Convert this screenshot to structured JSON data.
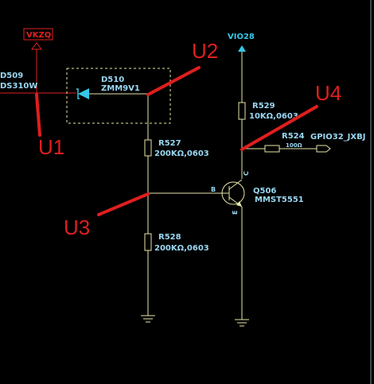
{
  "nets": {
    "vkzq": "VKZQ",
    "vio28": "VIO28",
    "gpio": "GPIO32_JXBJ"
  },
  "components": {
    "d509": {
      "ref": "D509",
      "value": "DS310W"
    },
    "d510": {
      "ref": "D510",
      "value": "ZMM9V1"
    },
    "r527": {
      "ref": "R527",
      "value": "200KΩ,0603"
    },
    "r528": {
      "ref": "R528",
      "value": "200KΩ,0603"
    },
    "r529": {
      "ref": "R529",
      "value": "10KΩ,0603"
    },
    "r524": {
      "ref": "R524",
      "value": "100Ω"
    },
    "q506": {
      "ref": "Q506",
      "value": "MMST5551",
      "pin_b": "B",
      "pin_c": "C",
      "pin_e": "E"
    }
  },
  "annotations": [
    "U1",
    "U2",
    "U3",
    "U4"
  ],
  "colors": {
    "background": "#000000",
    "wire": "#e6e6a8",
    "label_text": "#9ad7f2",
    "net_label": "#35c8e8",
    "annotation": "#e01e1e",
    "vkzq_text": "#e02020"
  }
}
